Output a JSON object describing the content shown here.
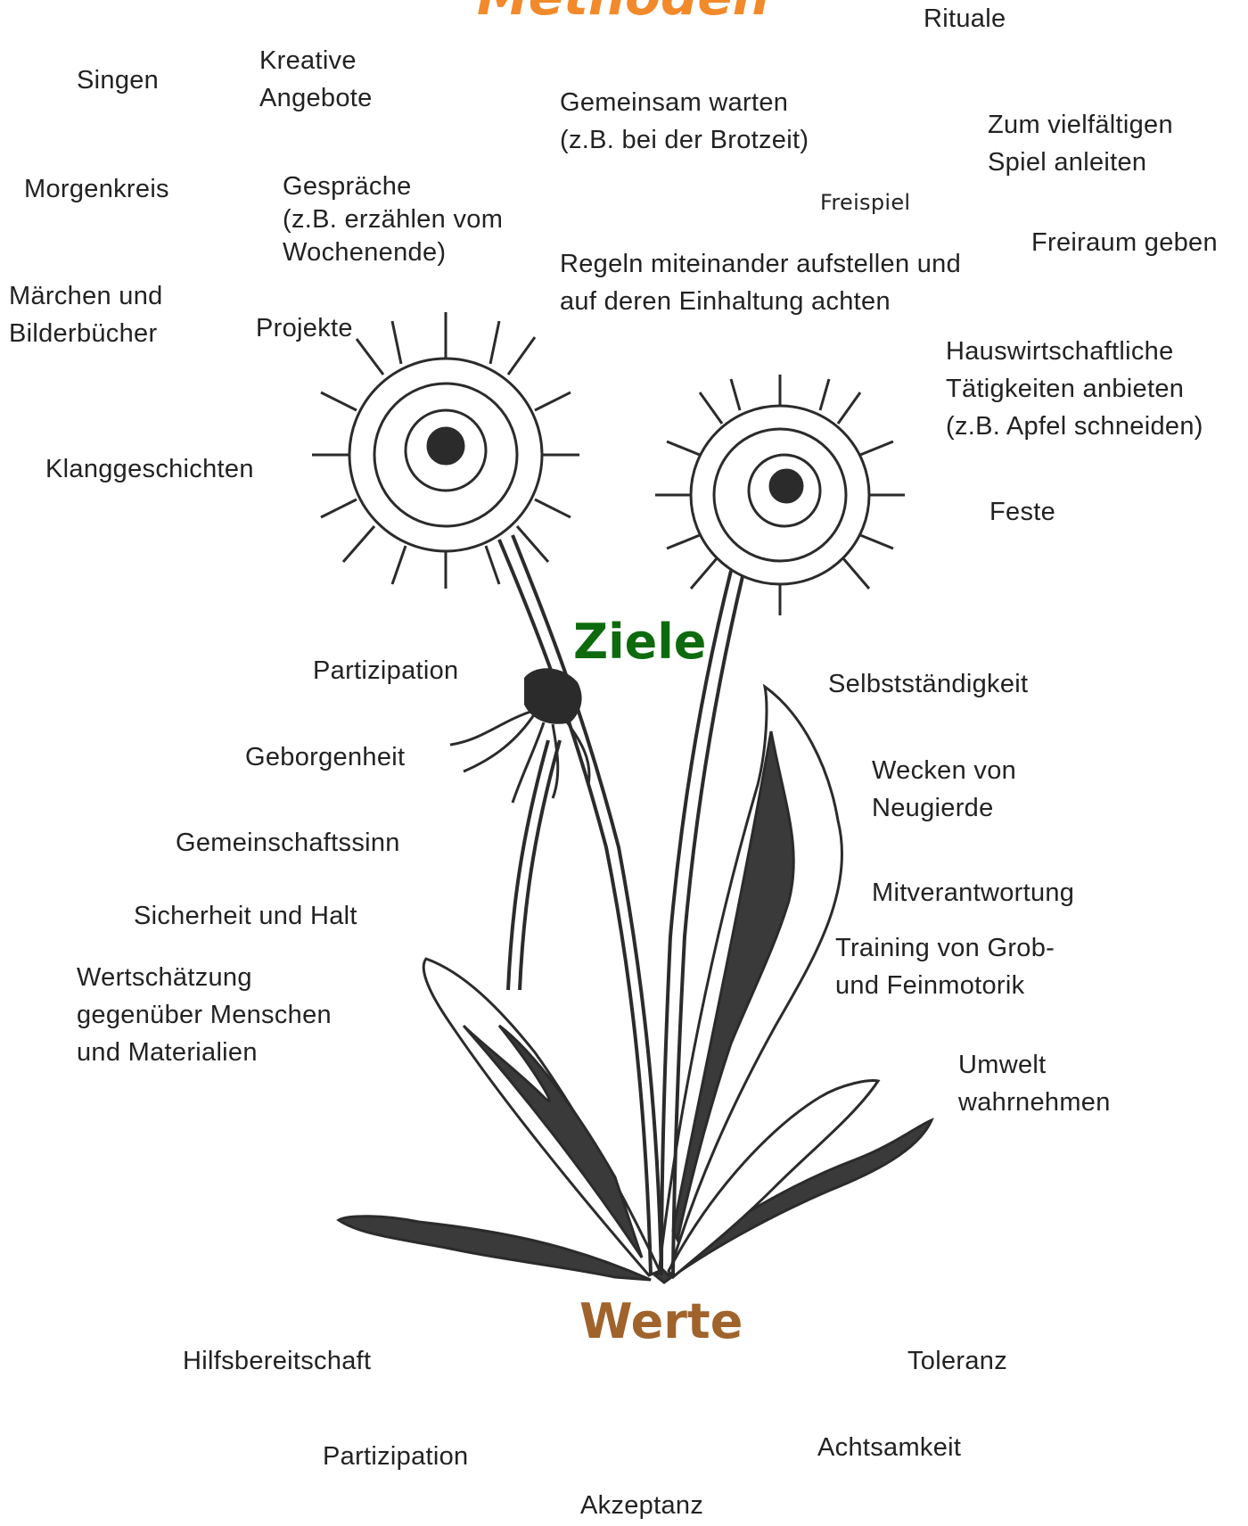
{
  "headings": {
    "methoden": {
      "text": "Methoden",
      "color": "#f28a2b"
    },
    "ziele": {
      "text": "Ziele",
      "color": "#0d6b0d"
    },
    "werte": {
      "text": "Werte",
      "color": "#a0632c"
    }
  },
  "methoden": [
    "Rituale",
    "Singen",
    "Kreative\nAngebote",
    "Gemeinsam warten\n(z.B. bei der Brotzeit)",
    "Zum vielfältigen\nSpiel anleiten",
    "Morgenkreis",
    "Gespräche\n(z.B. erzählen vom\nWochenende)",
    "Freispiel",
    "Freiraum geben",
    "Regeln miteinander aufstellen und\nauf deren Einhaltung achten",
    "Märchen und\nBilderbücher",
    "Projekte",
    "Hauswirtschaftliche\nTätigkeiten anbieten\n(z.B. Apfel schneiden)",
    "Klanggeschichten",
    "Feste"
  ],
  "ziele": [
    "Partizipation",
    "Selbstständigkeit",
    "Geborgenheit",
    "Wecken von\nNeugierde",
    "Gemeinschaftssinn",
    "Mitverantwortung",
    "Sicherheit und Halt",
    "Training von Grob-\nund Feinmotorik",
    "Wertschätzung\ngegenüber Menschen\nund Materialien",
    "Umwelt\nwahrnehmen"
  ],
  "werte": [
    "Hilfsbereitschaft",
    "Toleranz",
    "Partizipation",
    "Achtsamkeit",
    "Akzeptanz"
  ],
  "colors": {
    "ink": "#2b2b2b",
    "leaf_dark": "#3a3a3a",
    "label": "#222222"
  }
}
